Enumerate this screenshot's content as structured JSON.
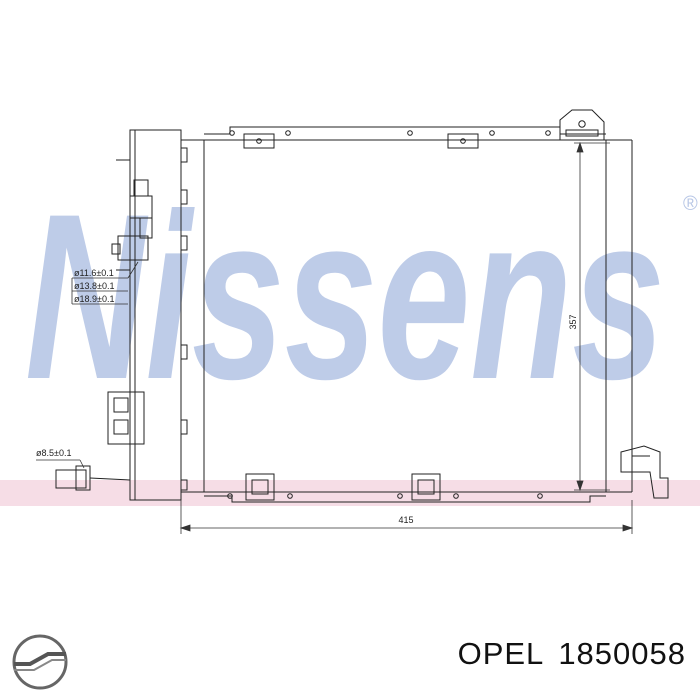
{
  "watermark": {
    "text": "Nissens",
    "trademark": "®"
  },
  "dimensions": {
    "width": "415",
    "height": "357",
    "pipe_diameters": [
      "ø11.6±0.1",
      "ø13.8±0.1",
      "ø18.9±0.1"
    ],
    "lower_pipe_diameter": "ø8.5±0.1"
  },
  "brand": {
    "name": "OPEL",
    "part_number": "1850058",
    "logo": "opel-logo-icon"
  },
  "colors": {
    "watermark": "#b8c7e6",
    "band": "#f6dde6",
    "line": "#222222"
  }
}
